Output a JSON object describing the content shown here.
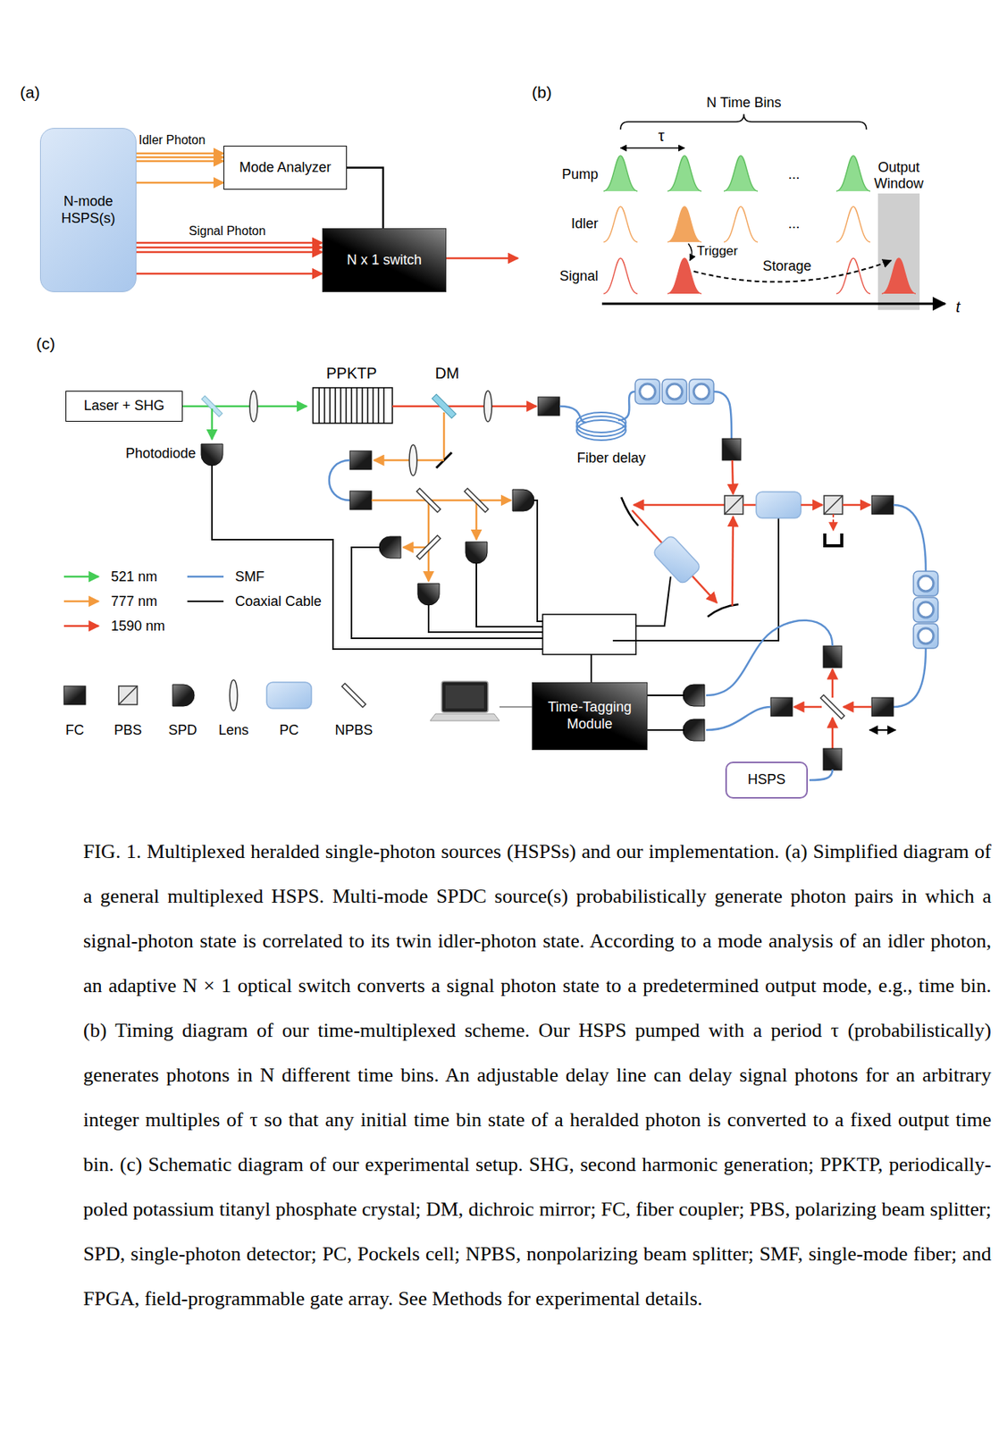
{
  "diagram": {
    "caption": "FIG. 1. Multiplexed heralded single-photon sources (HSPSs) and our implementation. (a) Simplified diagram of a general multiplexed HSPS. Multi-mode SPDC source(s) probabilistically generate photon pairs in which a signal-photon state is correlated to its twin idler-photon state. According to a mode analysis of an idler photon, an adaptive N × 1 optical switch converts a signal photon state to a predetermined output mode, e.g., time bin. (b) Timing diagram of our time-multiplexed scheme. Our HSPS pumped with a period τ (probabilistically) generates photons in N different time bins. An adjustable delay line can delay signal photons for an arbitrary integer multiples of τ so that any initial time bin state of a heralded photon is converted to a fixed output time bin. (c) Schematic diagram of our experimental setup. SHG, second harmonic generation; PPKTP, periodically-poled potassium titanyl phosphate crystal; DM, dichroic mirror; FC, fiber coupler; PBS, polarizing beam splitter; SPD, single-photon detector; PC, Pockels cell; NPBS, nonpolarizing beam splitter; SMF, single-mode fiber; and FPGA, field-programmable gate array. See Methods for experimental details.",
    "nodes": [
      {
        "text": [
          "N-mode HSPS(s)"
        ]
      },
      {
        "text": [
          "Mode Analyzer"
        ]
      },
      {
        "text": [
          "N x 1 switch"
        ]
      },
      {
        "text": [
          "Laser + SHG"
        ]
      },
      {
        "text": [
          "Time-Tagging Module"
        ]
      },
      {
        "text": [
          "HSPS"
        ]
      }
    ],
    "edges": [
      {
        "from": 0,
        "to": 1,
        "arrow": "to"
      },
      {
        "from": 0,
        "to": 1,
        "arrow": "to"
      },
      {
        "from": 0,
        "to": 1,
        "arrow": "to"
      },
      {
        "from": 0,
        "to": 1,
        "arrow": "to"
      },
      {
        "from": 1,
        "to": 2,
        "arrow": "none"
      },
      {
        "from": 0,
        "to": 2,
        "arrow": "to"
      },
      {
        "from": 0,
        "to": 2,
        "arrow": "to"
      },
      {
        "from": 0,
        "to": 2,
        "arrow": "to"
      },
      {
        "from": 0,
        "to": 2,
        "arrow": "to"
      }
    ],
    "labels": [
      "(a)",
      "Idler Photon",
      "Signal Photon",
      "(b)",
      "N Time Bins",
      "τ",
      "Pump",
      "Idler",
      "Signal",
      "...",
      "...",
      "Trigger",
      "Storage",
      "Output Window",
      "t",
      "(c)",
      "PPKTP",
      "DM",
      "Photodiode",
      "Fiber delay"
    ],
    "legend": [
      {
        "text": "521 nm"
      },
      {
        "text": "777 nm"
      },
      {
        "text": "1590 nm"
      },
      {
        "text": "SMF"
      },
      {
        "text": "Coaxial Cable"
      },
      {
        "text": "FC"
      },
      {
        "text": "PBS"
      },
      {
        "text": "SPD"
      },
      {
        "text": "Lens"
      },
      {
        "text": "PC"
      },
      {
        "text": "NPBS"
      }
    ]
  }
}
